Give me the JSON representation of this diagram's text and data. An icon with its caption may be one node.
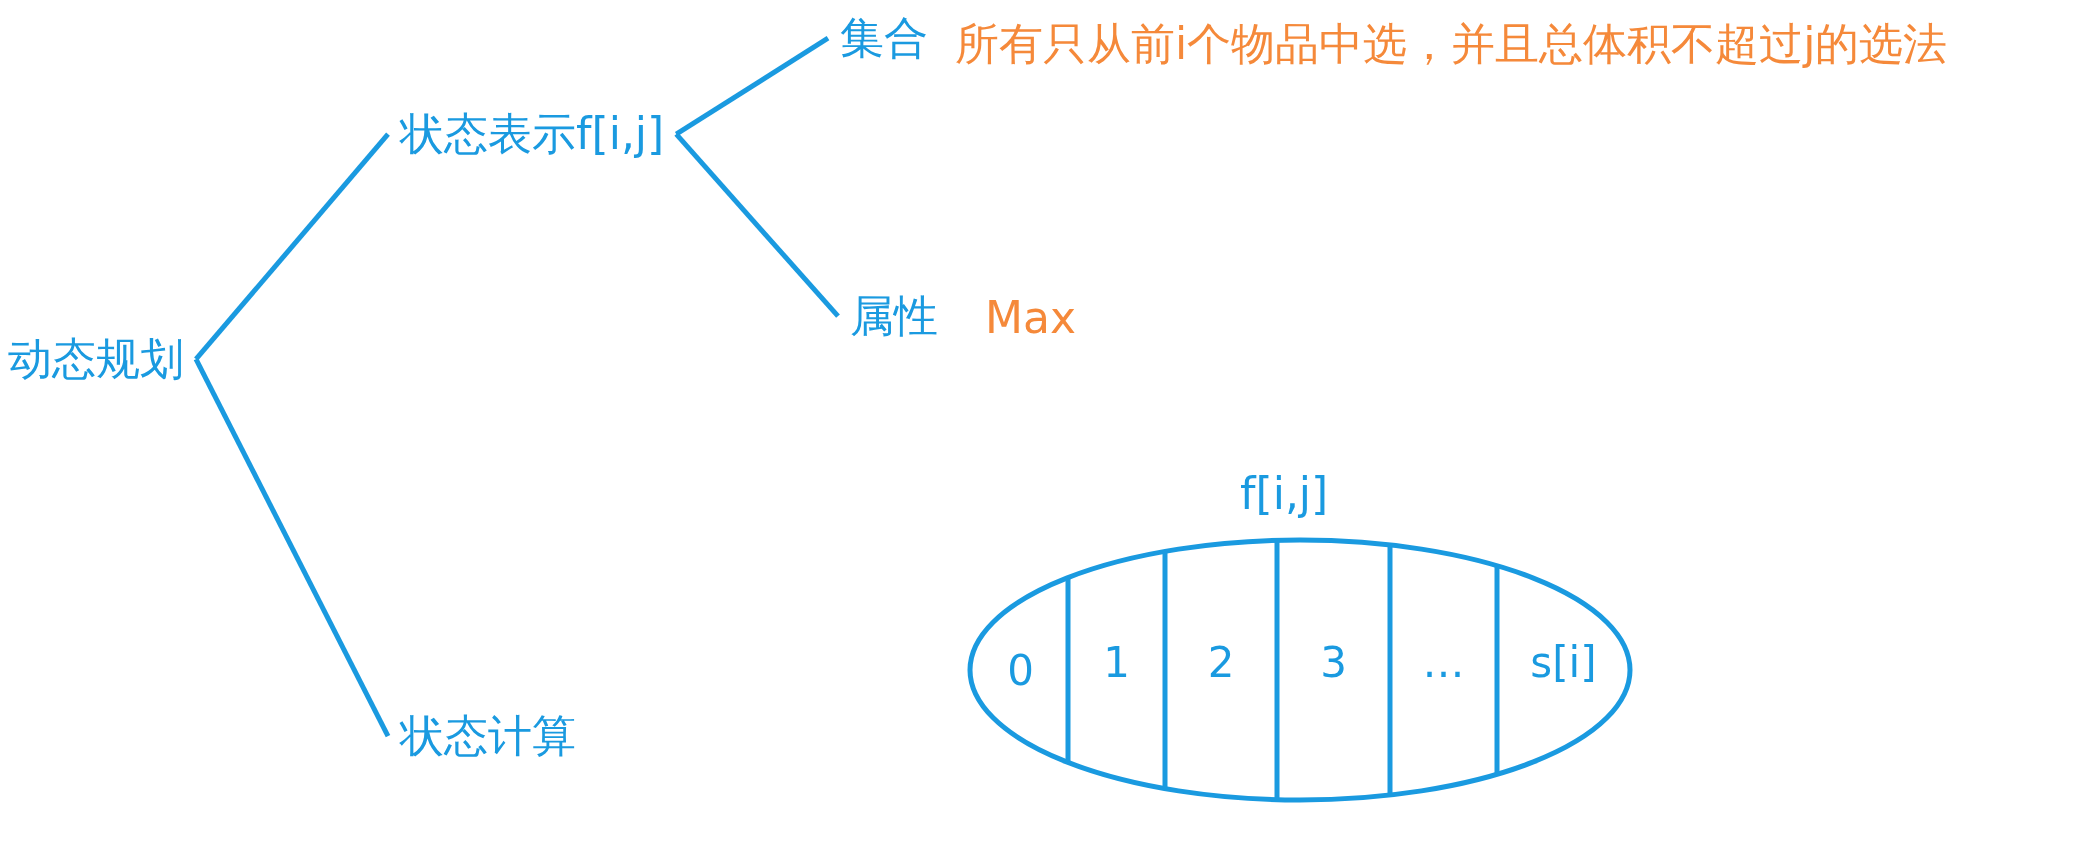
{
  "diagram": {
    "nodes": [
      {
        "text": [
          "动态规划"
        ]
      },
      {
        "text": [
          "状态表示f[i,j]"
        ]
      },
      {
        "text": [
          "集合"
        ],
        "beside": [
          "所有只从前i个物品中选，并且总体积不超过j的选法"
        ]
      },
      {
        "text": [
          "属性"
        ],
        "beside": [
          "Max"
        ]
      },
      {
        "text": [
          "状态计算"
        ]
      },
      {
        "text": [
          "f[i,j]"
        ]
      },
      {
        "text": [
          "0"
        ],
        "in": 5
      },
      {
        "text": [
          "1"
        ],
        "in": 5
      },
      {
        "text": [
          "2"
        ],
        "in": 5
      },
      {
        "text": [
          "3"
        ],
        "in": 5
      },
      {
        "text": [
          "…"
        ],
        "in": 5
      },
      {
        "text": [
          "s[i]"
        ],
        "in": 5
      }
    ],
    "edges": [
      {
        "from": 0,
        "to": 1,
        "arrow": "none"
      },
      {
        "from": 0,
        "to": 4,
        "arrow": "none"
      },
      {
        "from": 1,
        "to": 2,
        "arrow": "none"
      },
      {
        "from": 1,
        "to": 3,
        "arrow": "none"
      }
    ]
  }
}
